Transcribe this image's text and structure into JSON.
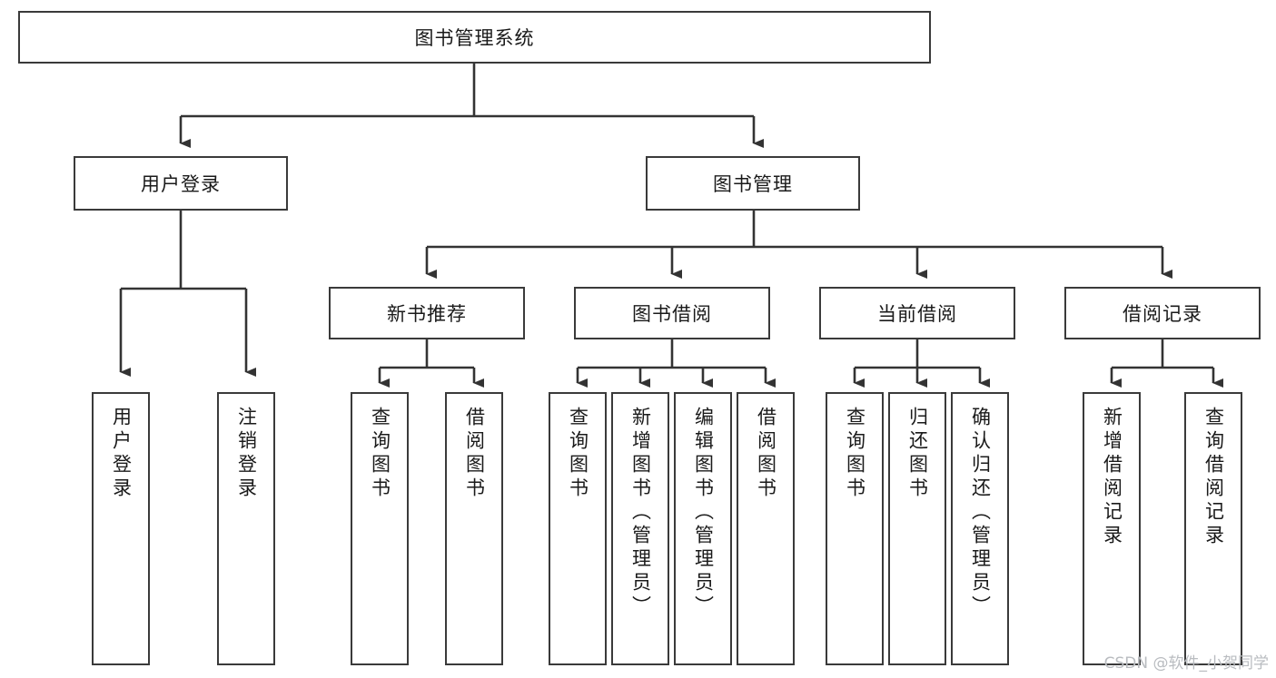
{
  "diagram": {
    "type": "tree-hierarchy-chart",
    "title": "图书管理系统",
    "root": {
      "id": "root",
      "label": "图书管理系统",
      "orientation": "horizontal"
    },
    "level2": [
      {
        "id": "user-login",
        "label": "用户登录",
        "orientation": "horizontal"
      },
      {
        "id": "book-management",
        "label": "图书管理",
        "orientation": "horizontal"
      }
    ],
    "level3": [
      {
        "id": "new-book-recommend",
        "label": "新书推荐",
        "orientation": "horizontal",
        "parent": "book-management"
      },
      {
        "id": "book-borrow",
        "label": "图书借阅",
        "orientation": "horizontal",
        "parent": "book-management"
      },
      {
        "id": "current-borrow",
        "label": "当前借阅",
        "orientation": "horizontal",
        "parent": "book-management"
      },
      {
        "id": "borrow-record",
        "label": "借阅记录",
        "orientation": "horizontal",
        "parent": "book-management"
      }
    ],
    "leaves": [
      {
        "id": "leaf-user-login",
        "label": "用户登录",
        "parent": "user-login",
        "orientation": "vertical"
      },
      {
        "id": "leaf-user-logout",
        "label": "注销登录",
        "parent": "user-login",
        "orientation": "vertical"
      },
      {
        "id": "leaf-query-book-1",
        "label": "查询图书",
        "parent": "new-book-recommend",
        "orientation": "vertical"
      },
      {
        "id": "leaf-borrow-book-1",
        "label": "借阅图书",
        "parent": "new-book-recommend",
        "orientation": "vertical"
      },
      {
        "id": "leaf-query-book-2",
        "label": "查询图书",
        "parent": "book-borrow",
        "orientation": "vertical"
      },
      {
        "id": "leaf-add-book",
        "label": "新增图书（管理员）",
        "parent": "book-borrow",
        "orientation": "vertical"
      },
      {
        "id": "leaf-edit-book",
        "label": "编辑图书（管理员）",
        "parent": "book-borrow",
        "orientation": "vertical"
      },
      {
        "id": "leaf-borrow-book-2",
        "label": "借阅图书",
        "parent": "book-borrow",
        "orientation": "vertical"
      },
      {
        "id": "leaf-query-book-3",
        "label": "查询图书",
        "parent": "current-borrow",
        "orientation": "vertical"
      },
      {
        "id": "leaf-return-book",
        "label": "归还图书",
        "parent": "current-borrow",
        "orientation": "vertical"
      },
      {
        "id": "leaf-confirm-return",
        "label": "确认归还（管理员）",
        "parent": "current-borrow",
        "orientation": "vertical"
      },
      {
        "id": "leaf-add-record",
        "label": "新增借阅记录",
        "parent": "borrow-record",
        "orientation": "vertical"
      },
      {
        "id": "leaf-query-record",
        "label": "查询借阅记录",
        "parent": "borrow-record",
        "orientation": "vertical"
      }
    ],
    "colors": {
      "box_border": "#3a3a3a",
      "box_fill": "#ffffff",
      "connector": "#333333",
      "text": "#1a1a1a",
      "watermark": "#b9bcc0",
      "background": "#ffffff"
    }
  },
  "watermark": {
    "text": "CSDN @软件_小贺同学"
  }
}
